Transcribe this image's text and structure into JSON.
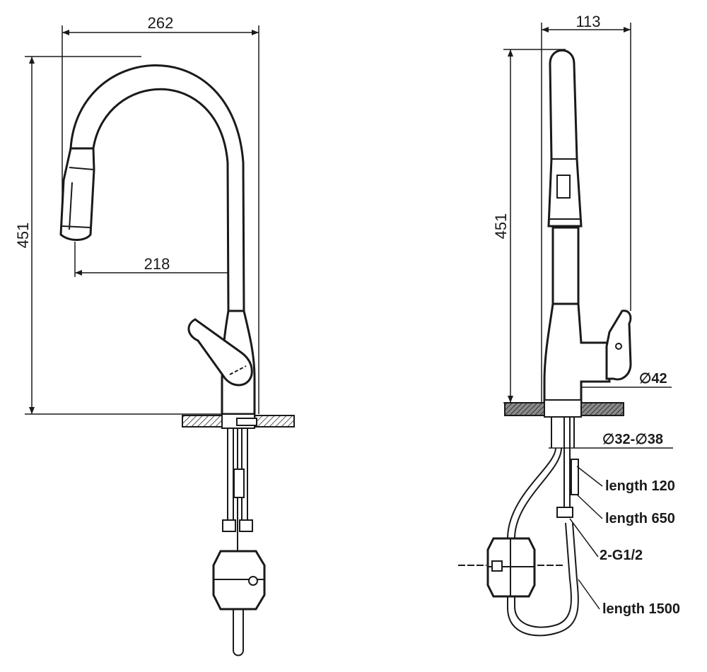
{
  "front_view": {
    "width_label": "262",
    "height_label": "451",
    "reach_label": "218"
  },
  "side_view": {
    "depth_label": "113",
    "height_label": "451",
    "base_diameter_label": "∅42",
    "hole_diameter_label": "∅32-∅38",
    "callouts": [
      "length 120",
      "length 650",
      "2-G1/2",
      "length 1500"
    ]
  }
}
